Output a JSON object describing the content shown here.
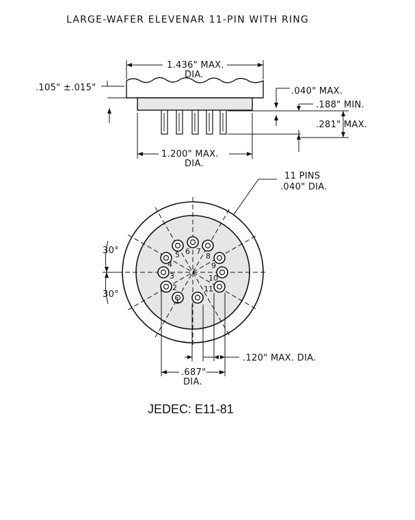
{
  "title": "LARGE-WAFER ELEVENAR 11-PIN WITH RING",
  "side_view": {
    "outer_dia_line1": "1.436\" MAX.",
    "outer_dia_line2": "DIA.",
    "wafer_thickness": ".105\" ±.015\"",
    "pin_dia": ".040\" MAX.",
    "pin_min_len": ".188\" MIN.",
    "pin_max_len": ".281\" MAX.",
    "body_dia_line1": "1.200\" MAX.",
    "body_dia_line2": "DIA."
  },
  "bottom_view": {
    "pins_label_line1": "11 PINS",
    "pins_label_line2": ".040\" DIA.",
    "angle_top": "30°",
    "angle_bottom": "30°",
    "ring_dia": ".120\" MAX. DIA.",
    "circle_dia_line1": ".687\"",
    "circle_dia_line2": "DIA.",
    "pin_numbers": [
      "1",
      "2",
      "3",
      "4",
      "5",
      "6",
      "7",
      "8",
      "9",
      "10",
      "11"
    ]
  },
  "jedec": "JEDEC: E11-81"
}
